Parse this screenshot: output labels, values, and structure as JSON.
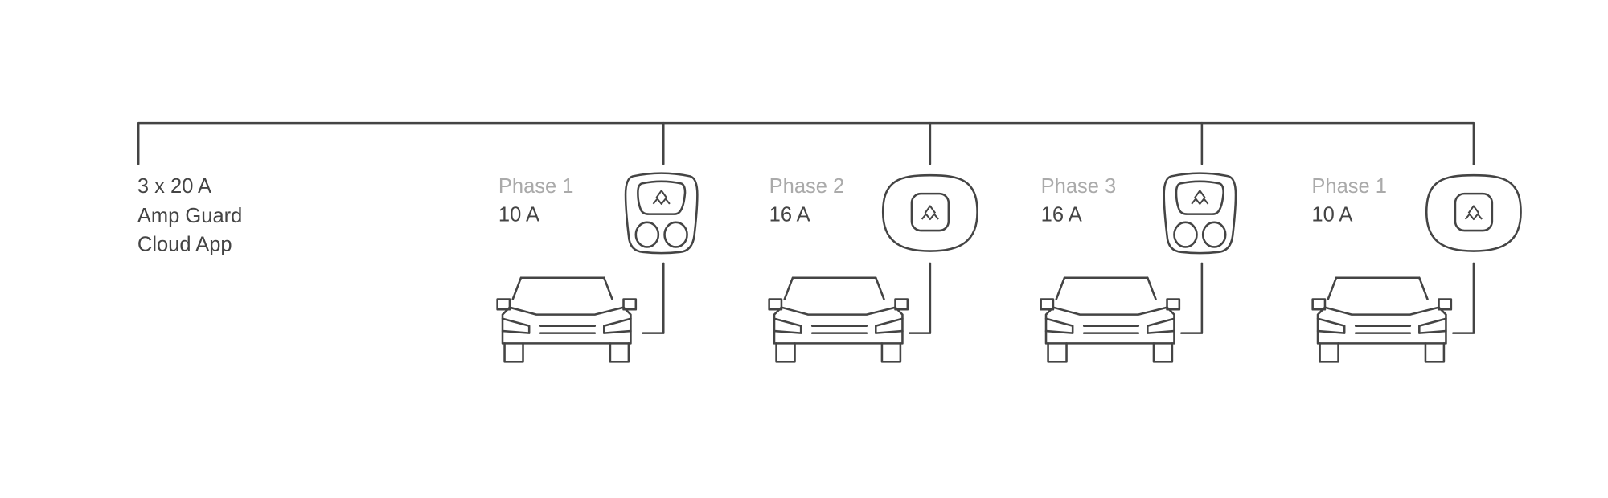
{
  "supply": {
    "lines": [
      "3 x 20 A",
      "Amp Guard",
      "Cloud App"
    ]
  },
  "chargers": [
    {
      "phase": "Phase 1",
      "current": "10 A",
      "type": "wallbox-dual"
    },
    {
      "phase": "Phase 2",
      "current": "16 A",
      "type": "wallbox-round"
    },
    {
      "phase": "Phase 3",
      "current": "16 A",
      "type": "wallbox-dual"
    },
    {
      "phase": "Phase 1",
      "current": "10 A",
      "type": "wallbox-round"
    }
  ],
  "colors": {
    "line": "#444444",
    "phase_label": "#aaaaaa",
    "background": "#ffffff"
  }
}
